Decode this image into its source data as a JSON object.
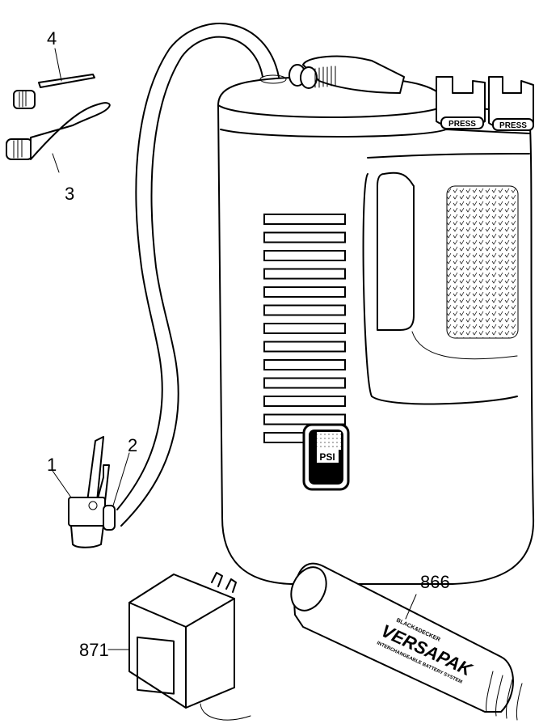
{
  "figure": {
    "type": "exploded parts diagram",
    "subject": "cordless inflator with accessories",
    "callouts": [
      {
        "id": "1",
        "label": "1",
        "part": "valve clamp lever"
      },
      {
        "id": "2",
        "label": "2",
        "part": "hose connector"
      },
      {
        "id": "3",
        "label": "3",
        "part": "tapered nozzle adapter"
      },
      {
        "id": "4",
        "label": "4",
        "part": "ball needle adapter"
      },
      {
        "id": "866",
        "label": "866",
        "part": "battery pack"
      },
      {
        "id": "871",
        "label": "871",
        "part": "charger"
      }
    ],
    "button_labels": [
      "PRESS",
      "PRESS"
    ],
    "gauge_label": "PSI",
    "battery": {
      "brand": "BLACK&DECKER",
      "name": "VERSAPAK",
      "tagline": "INTERCHANGEABLE BATTERY SYSTEM"
    }
  }
}
